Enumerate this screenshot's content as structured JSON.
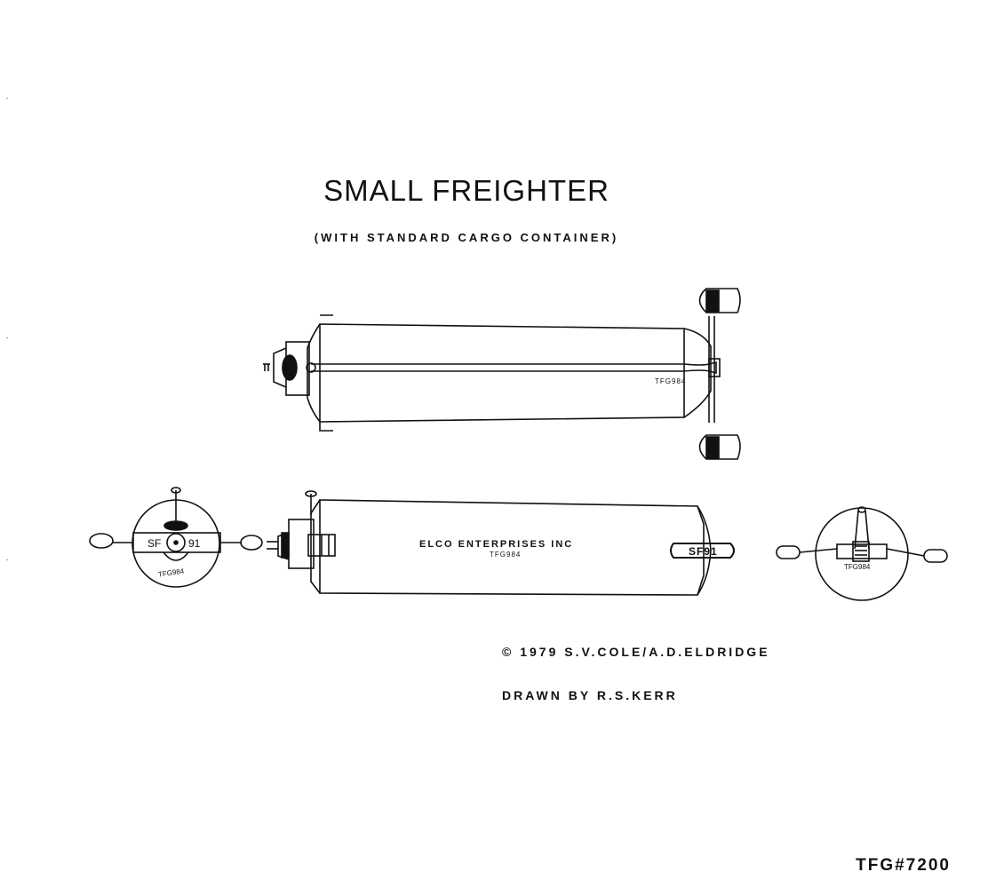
{
  "sheet": {
    "title": "SMALL FREIGHTER",
    "subtitle": "(WITH STANDARD CARGO CONTAINER)",
    "copyright": "© 1979 S.V.COLE/A.D.ELDRIDGE",
    "drawn_by": "DRAWN BY R.S.KERR",
    "catalog_number": "TFG#7200"
  },
  "views": {
    "top": {
      "registry": "TFG984"
    },
    "side": {
      "company": "ELCO ENTERPRISES INC",
      "registry": "TFG984",
      "hull_marking": "SF91"
    },
    "front": {
      "marking_left": "SF",
      "marking_right": "91",
      "registry": "TFG984"
    },
    "rear": {
      "registry": "TFG984"
    }
  },
  "colors": {
    "ink": "#111111",
    "paper": "#ffffff"
  }
}
